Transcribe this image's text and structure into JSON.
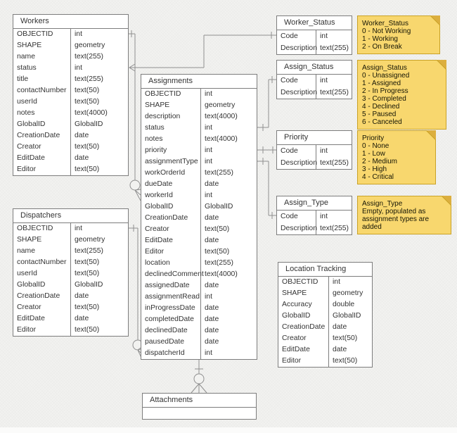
{
  "colors": {
    "background": "#f2f2f0",
    "table_border": "#7d7d7d",
    "text": "#333333",
    "line": "#8f8f8f",
    "note_fill": "#f8d76e",
    "note_fold": "#dcaf3f",
    "note_border": "#c9a227"
  },
  "tables": {
    "workers": {
      "title": "Workers",
      "fields": [
        [
          "OBJECTID",
          "int"
        ],
        [
          "SHAPE",
          "geometry"
        ],
        [
          "name",
          "text(255)"
        ],
        [
          "status",
          "int"
        ],
        [
          "title",
          "text(255)"
        ],
        [
          "contactNumber",
          "text(50)"
        ],
        [
          "userId",
          "text(50)"
        ],
        [
          "notes",
          "text(4000)"
        ],
        [
          "GlobalID",
          "GlobalID"
        ],
        [
          "CreationDate",
          "date"
        ],
        [
          "Creator",
          "text(50)"
        ],
        [
          "EditDate",
          "date"
        ],
        [
          "Editor",
          "text(50)"
        ]
      ]
    },
    "dispatchers": {
      "title": "Dispatchers",
      "fields": [
        [
          "OBJECTID",
          "int"
        ],
        [
          "SHAPE",
          "geometry"
        ],
        [
          "name",
          "text(255)"
        ],
        [
          "contactNumber",
          "text(50)"
        ],
        [
          "userId",
          "text(50)"
        ],
        [
          "GlobalID",
          "GlobalID"
        ],
        [
          "CreationDate",
          "date"
        ],
        [
          "Creator",
          "text(50)"
        ],
        [
          "EditDate",
          "date"
        ],
        [
          "Editor",
          "text(50)"
        ]
      ]
    },
    "assignments": {
      "title": "Assignments",
      "fields": [
        [
          "OBJECTID",
          "int"
        ],
        [
          "SHAPE",
          "geometry"
        ],
        [
          "description",
          "text(4000)"
        ],
        [
          "status",
          "int"
        ],
        [
          "notes",
          "text(4000)"
        ],
        [
          "priority",
          "int"
        ],
        [
          "assignmentType",
          "int"
        ],
        [
          "workOrderId",
          "text(255)"
        ],
        [
          "dueDate",
          "date"
        ],
        [
          "workerId",
          "int"
        ],
        [
          "GlobalID",
          "GlobalID"
        ],
        [
          "CreationDate",
          "date"
        ],
        [
          "Creator",
          "text(50)"
        ],
        [
          "EditDate",
          "date"
        ],
        [
          "Editor",
          "text(50)"
        ],
        [
          "location",
          "text(255)"
        ],
        [
          "declinedComment",
          "text(4000)"
        ],
        [
          "assignedDate",
          "date"
        ],
        [
          "assignmentRead",
          "int"
        ],
        [
          "inProgressDate",
          "date"
        ],
        [
          "completedDate",
          "date"
        ],
        [
          "declinedDate",
          "date"
        ],
        [
          "pausedDate",
          "date"
        ],
        [
          "dispatcherId",
          "int"
        ]
      ]
    },
    "worker_status": {
      "title": "Worker_Status",
      "fields": [
        [
          "Code",
          "int"
        ],
        [
          "Description",
          "text(255)"
        ]
      ]
    },
    "assign_status": {
      "title": "Assign_Status",
      "fields": [
        [
          "Code",
          "int"
        ],
        [
          "Description",
          "text(255)"
        ]
      ]
    },
    "priority": {
      "title": "Priority",
      "fields": [
        [
          "Code",
          "int"
        ],
        [
          "Description",
          "text(255)"
        ]
      ]
    },
    "assign_type": {
      "title": "Assign_Type",
      "fields": [
        [
          "Code",
          "int"
        ],
        [
          "Description",
          "text(255)"
        ]
      ]
    },
    "location_tracking": {
      "title": "Location Tracking",
      "fields": [
        [
          "OBJECTID",
          "int"
        ],
        [
          "SHAPE",
          "geometry"
        ],
        [
          "Accuracy",
          "double"
        ],
        [
          "GlobalID",
          "GlobalID"
        ],
        [
          "CreationDate",
          "date"
        ],
        [
          "Creator",
          "text(50)"
        ],
        [
          "EditDate",
          "date"
        ],
        [
          "Editor",
          "text(50)"
        ]
      ]
    },
    "attachments": {
      "title": "Attachments",
      "fields": []
    }
  },
  "notes": {
    "worker_status": {
      "title": "Worker_Status",
      "lines": [
        "0 - Not Working",
        "1 - Working",
        "2 - On Break"
      ]
    },
    "assign_status": {
      "title": "Assign_Status",
      "lines": [
        "0 - Unassigned",
        "1 - Assigned",
        "2 - In Progress",
        "3 - Completed",
        "4 - Declined",
        "5 - Paused",
        "6 - Canceled"
      ]
    },
    "priority": {
      "title": "Priority",
      "lines": [
        "0 - None",
        "1 - Low",
        "2 - Medium",
        "3 - High",
        "4 - Critical"
      ]
    },
    "assign_type": {
      "title": "Assign_Type",
      "lines": [
        "Empty, populated as assignment types are added"
      ]
    }
  }
}
